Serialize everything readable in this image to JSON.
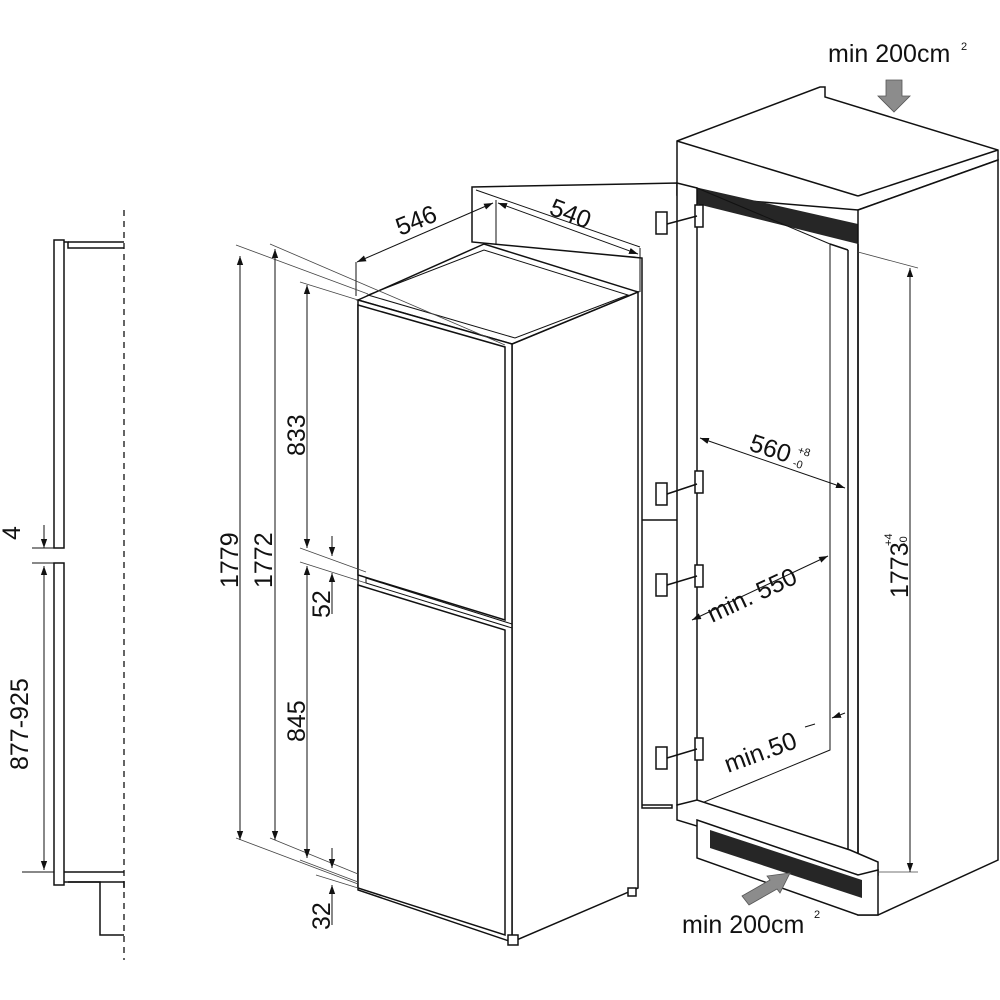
{
  "colors": {
    "line": "#111111",
    "air_arrow": "#8c8c8c",
    "grille": "#262626",
    "background": "#ffffff"
  },
  "side_profile": {
    "gap_label": "4",
    "height_label": "877-925"
  },
  "appliance": {
    "depth_label": "546",
    "width_label": "540",
    "total_height_label": "1779",
    "body_height_label": "1772",
    "upper_door_label": "833",
    "door_gap_label": "52",
    "lower_door_label": "845",
    "base_gap_label": "32"
  },
  "niche": {
    "top_vent_label": "min 200cm",
    "top_vent_sup": "2",
    "width_label": "560",
    "width_tol_plus": "+8",
    "width_tol_minus": "-0",
    "depth_label": "min. 550",
    "rear_gap_label": "min.50",
    "height_label": "1773",
    "height_tol_plus": "+4",
    "height_tol_minus": "-0",
    "bottom_vent_label": "min 200cm",
    "bottom_vent_sup": "2"
  }
}
